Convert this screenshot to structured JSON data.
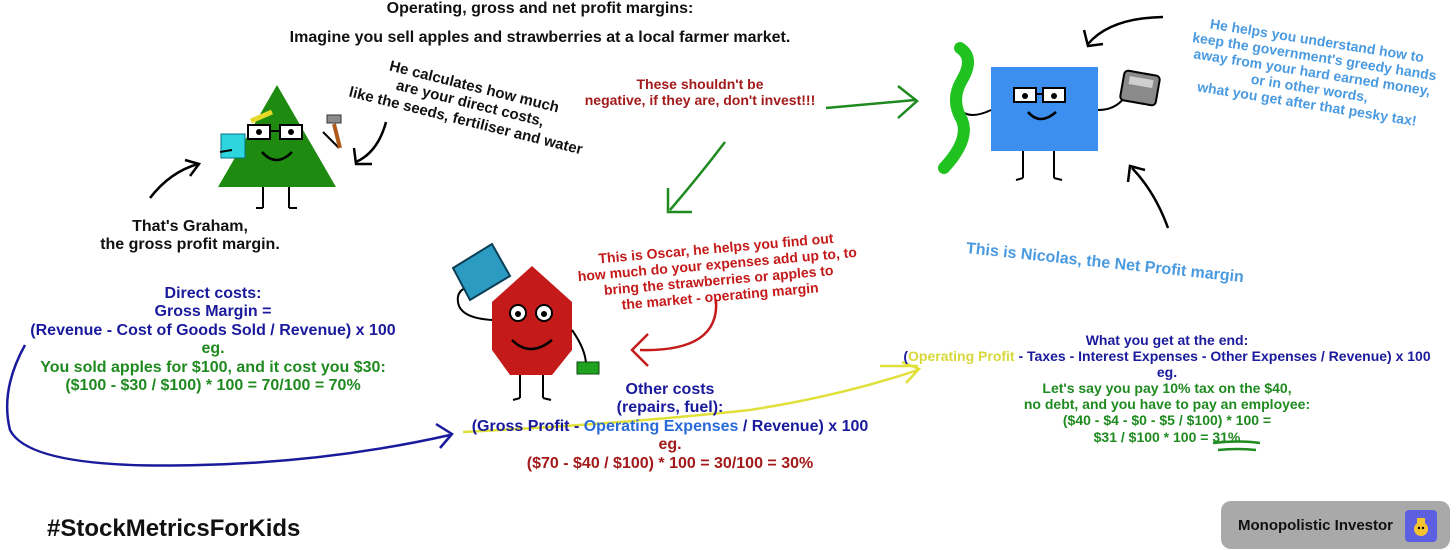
{
  "header": {
    "title": "Operating, gross and net profit margins:",
    "subtitle": "Imagine you sell apples and strawberries at a local farmer market."
  },
  "graham": {
    "speech_lines": [
      "He calculates how much",
      "are your direct costs,",
      "like the seeds, fertiliser and water"
    ],
    "intro_lines": [
      "That's Graham,",
      "the gross profit margin."
    ],
    "formula_lines": [
      "Direct costs:",
      "Gross Margin =",
      "(Revenue - Cost of Goods Sold / Revenue) x 100",
      "eg.",
      "You sold apples for $100, and it cost you $30:",
      "($100 - $30 / $100) * 100 = 70/100 = 70%"
    ]
  },
  "warning": {
    "lines": [
      "These shouldn't be",
      "negative, if they are, don't invest!!!"
    ]
  },
  "nicolas": {
    "speech_lines": [
      "He helps you understand how to",
      "keep the government's greedy hands",
      "away from your hard earned money,",
      "or in other words,",
      "what you get after that pesky tax!"
    ],
    "intro": "This is Nicolas, the Net Profit margin",
    "formula": {
      "heading": "What you get at the end:",
      "open_paren": "(",
      "highlight": "Operating Profit",
      "rest": " - Taxes - Interest Expenses - Other Expenses / Revenue) x 100",
      "eg": "eg.",
      "example_lines": [
        "Let's say you pay 10% tax on the $40,",
        "no debt, and you have to pay an employee:",
        "($40 - $4 - $0 - $5 / $100) * 100 =",
        "$31 / $100 * 100 = 31%"
      ]
    }
  },
  "oscar": {
    "intro_lines": [
      "This is Oscar, he helps you find out",
      "how much do your expenses add up to, to",
      "bring the strawberries or apples to",
      "the market - operating margin"
    ],
    "formula": {
      "heading1": "Other costs",
      "heading2": "(repairs, fuel):",
      "open": "(",
      "part1": "Gross Profit",
      "dash": " - ",
      "part2": "Operating Expenses",
      "rest": " / Revenue) x 100",
      "eg": "eg.",
      "example": "($70 - $40 / $100) * 100 = 30/100 = 30%"
    }
  },
  "footer": {
    "hashtag": "#StockMetricsForKids",
    "brand": "Monopolistic Investor"
  },
  "colors": {
    "black": "#111111",
    "navy": "#1a1a9c",
    "green": "#1f8a1f",
    "dark_red": "#a31a1a",
    "light_blue": "#4a9ae0",
    "yellow": "#d8d83a",
    "graham_green": "#1f8a10",
    "nicolas_blue": "#3d8fef",
    "oscar_red": "#c41a1a"
  }
}
